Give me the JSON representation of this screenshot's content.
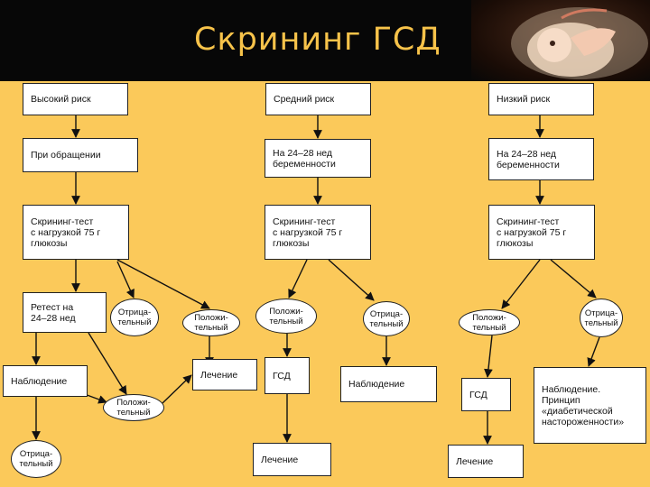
{
  "title": "Скрининг ГСД",
  "header_image": "embryo-photo",
  "colors": {
    "background": "#fbc95a",
    "titlebar": "#070707",
    "title_text": "#f7c34a"
  },
  "nodes": {
    "high_risk": "Высокий риск",
    "medium_risk": "Средний риск",
    "low_risk": "Низкий риск",
    "on_visit": "При обращении",
    "weeks_mid": "На 24–28 нед\nбеременности",
    "weeks_low": "На 24–28 нед\nбеременности",
    "screen_high": "Скрининг-тест\nс нагрузкой 75 г\nглюкозы",
    "screen_mid": "Скрининг-тест\nс нагрузкой 75 г\nглюкозы",
    "screen_low": "Скрининг-тест\nс нагрузкой 75 г\nглюкозы",
    "retest": "Ретест на\n24–28 нед",
    "neg_high": "Отрица-\nтельный",
    "pos_high": "Положи-\nтельный",
    "observe_high": "Наблюдение",
    "pos_retest": "Положи-\nтельный",
    "treat_high": "Лечение",
    "neg_observe": "Отрица-\nтельный",
    "pos_mid": "Положи-\nтельный",
    "neg_mid": "Отрица-\nтельный",
    "gsd_mid": "ГСД",
    "observe_mid": "Наблюдение",
    "treat_mid": "Лечение",
    "pos_low": "Положи-\nтельный",
    "neg_low": "Отрица-\nтельный",
    "gsd_low": "ГСД",
    "observe_low": "Наблюдение.\nПринцип\n«диабетической\nнастороженности»",
    "treat_low": "Лечение"
  }
}
